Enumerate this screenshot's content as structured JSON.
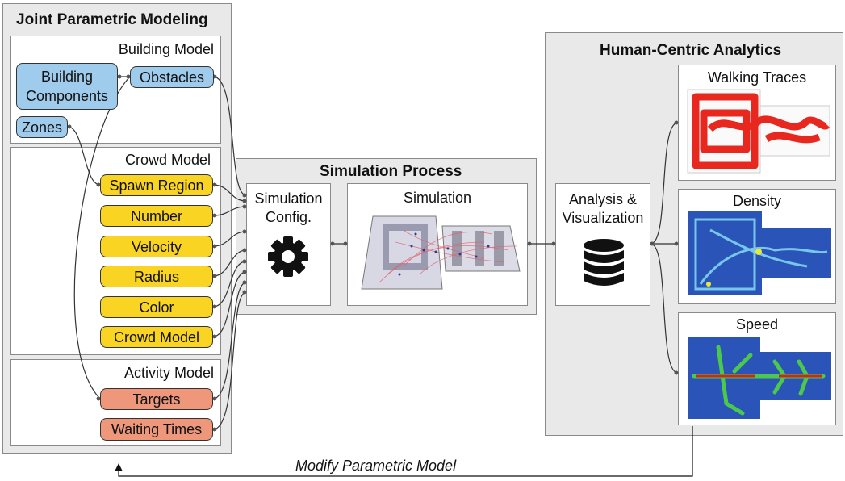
{
  "joint": {
    "title": "Joint Parametric Modeling",
    "building": {
      "title": "Building Model",
      "components": "Building Components",
      "obstacles": "Obstacles",
      "zones": "Zones"
    },
    "crowd": {
      "title": "Crowd Model",
      "params": [
        "Spawn Region",
        "Number",
        "Velocity",
        "Radius",
        "Color",
        "Crowd Model"
      ]
    },
    "activity": {
      "title": "Activity Model",
      "params": [
        "Targets",
        "Waiting Times"
      ]
    }
  },
  "simulation": {
    "title": "Simulation Process",
    "config": "Simulation Config.",
    "sim": "Simulation"
  },
  "analytics": {
    "title": "Human-Centric Analytics",
    "analysis": "Analysis & Visualization",
    "outputs": [
      "Walking Traces",
      "Density",
      "Speed"
    ]
  },
  "feedback": "Modify Parametric Model",
  "colors": {
    "panel": "#e9e9e9",
    "blue": "#9fcbec",
    "yellow": "#f9d423",
    "orange": "#ef977a",
    "walk_red": "#e8281e",
    "density_blue": "#2a54b8",
    "speed_green": "#4cc84c"
  }
}
